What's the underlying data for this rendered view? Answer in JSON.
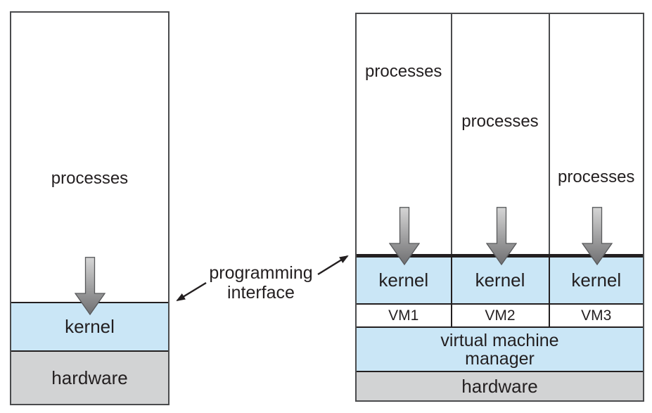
{
  "colors": {
    "blue": "#cae6f6",
    "gray": "#d2d3d4",
    "line": "#231f20",
    "border": "#4a4b4d",
    "text": "#231f20",
    "arrow-light": "#d6d6d6",
    "arrow-dark": "#6f6f71",
    "arrow-stroke": "#58595b"
  },
  "left": {
    "processes": "processes",
    "kernel": "kernel",
    "hardware": "hardware"
  },
  "pointer_label": {
    "line1": "programming",
    "line2": "interface"
  },
  "right": {
    "columns": [
      {
        "processes": "processes",
        "kernel": "kernel",
        "vm": "VM1"
      },
      {
        "processes": "processes",
        "kernel": "kernel",
        "vm": "VM2"
      },
      {
        "processes": "processes",
        "kernel": "kernel",
        "vm": "VM3"
      }
    ],
    "manager": {
      "line1": "virtual machine",
      "line2": "manager"
    },
    "hardware": "hardware"
  },
  "icons": {
    "gray_arrow": "down-arrow-icon",
    "pointer_arrow": "pointer-arrow-icon"
  }
}
